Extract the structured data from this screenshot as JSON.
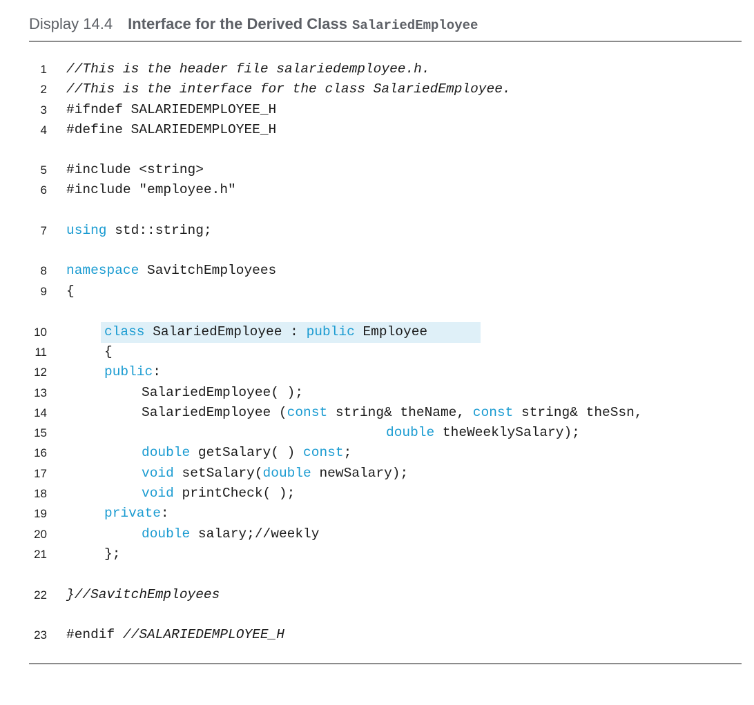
{
  "caption": {
    "number": "Display 14.4",
    "title": "Interface for the Derived Class",
    "class_name": "SalariedEmployee"
  },
  "code": {
    "lines": [
      {
        "n": "1",
        "text": "//This is the header file salariedemployee.h."
      },
      {
        "n": "2",
        "text": "//This is the interface for the class SalariedEmployee."
      },
      {
        "n": "3",
        "text": "#ifndef SALARIEDEMPLOYEE_H"
      },
      {
        "n": "4",
        "text": "#define SALARIEDEMPLOYEE_H"
      },
      {
        "n": "5",
        "text": "#include <string>"
      },
      {
        "n": "6",
        "text": "#include \"employee.h\""
      },
      {
        "n": "7",
        "kw": "using",
        "text": " std::string;"
      },
      {
        "n": "8",
        "kw": "namespace",
        "text": " SavitchEmployees"
      },
      {
        "n": "9",
        "text": "{"
      },
      {
        "n": "10",
        "kw": "class",
        "mid": " SalariedEmployee : ",
        "kw2": "public",
        "text": " Employee"
      },
      {
        "n": "11",
        "text": "{"
      },
      {
        "n": "12",
        "kw": "public",
        "text": ":"
      },
      {
        "n": "13",
        "text": "SalariedEmployee( );"
      },
      {
        "n": "14",
        "pre": "SalariedEmployee (",
        "kw": "const",
        "mid": " string& theName, ",
        "kw2": "const",
        "text": " string& theSsn,"
      },
      {
        "n": "15",
        "kw": "double",
        "text": " theWeeklySalary);"
      },
      {
        "n": "16",
        "kw": "double",
        "mid": " getSalary( ) ",
        "kw2": "const",
        "text": ";"
      },
      {
        "n": "17",
        "kw": "void",
        "mid": " setSalary(",
        "kw2": "double",
        "text": " newSalary);"
      },
      {
        "n": "18",
        "kw": "void",
        "text": " printCheck( );"
      },
      {
        "n": "19",
        "kw": "private",
        "text": ":"
      },
      {
        "n": "20",
        "kw": "double",
        "text": " salary;//weekly"
      },
      {
        "n": "21",
        "text": "};"
      },
      {
        "n": "22",
        "text": "}//SavitchEmployees"
      },
      {
        "n": "23",
        "text": "#endif //SALARIEDEMPLOYEE_H"
      }
    ]
  }
}
